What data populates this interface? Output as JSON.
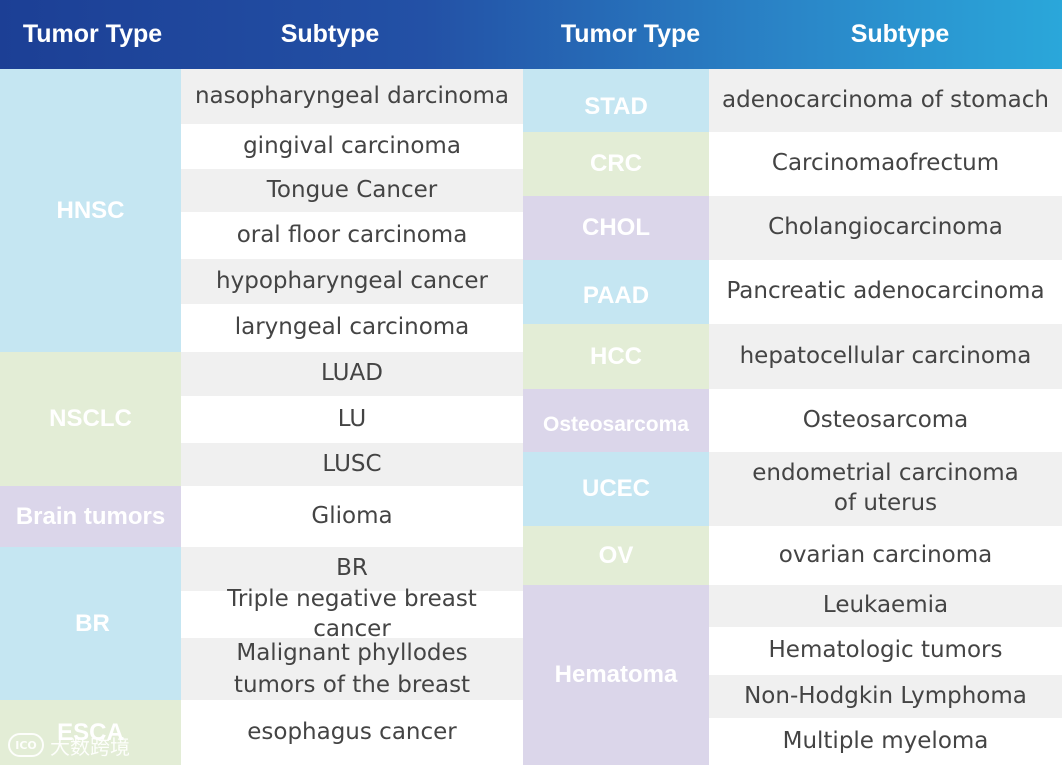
{
  "header": {
    "left_type": "Tumor Type",
    "left_subtype": "Subtype",
    "right_type": "Tumor Type",
    "right_subtype": "Subtype"
  },
  "left_groups": [
    {
      "type": "HNSC",
      "color": "#c5e6f2"
    },
    {
      "type": "NSCLC",
      "color": "#e3edd6"
    },
    {
      "type": "Brain tumors",
      "color": "#dbd6ea"
    },
    {
      "type": "BR",
      "color": "#c5e6f2"
    },
    {
      "type": "ESCA",
      "color": "#e3edd6"
    }
  ],
  "left_subtypes": [
    "nasopharyngeal darcinoma",
    "gingival carcinoma",
    "Tongue Cancer",
    "oral floor carcinoma",
    "hypopharyngeal cancer",
    "laryngeal carcinoma",
    "LUAD",
    "LU",
    "LUSC",
    "Glioma",
    "BR",
    "Triple negative breast cancer",
    "Malignant phyllodes\ntumors of the breast",
    "esophagus cancer"
  ],
  "right_groups": [
    {
      "type": "STAD",
      "color": "#c5e6f2"
    },
    {
      "type": "CRC",
      "color": "#e3edd6"
    },
    {
      "type": "CHOL",
      "color": "#dbd6ea"
    },
    {
      "type": "PAAD",
      "color": "#c5e6f2"
    },
    {
      "type": "HCC",
      "color": "#e3edd6"
    },
    {
      "type": "Osteosarcoma",
      "color": "#dbd6ea"
    },
    {
      "type": "UCEC",
      "color": "#c5e6f2"
    },
    {
      "type": "OV",
      "color": "#e3edd6"
    },
    {
      "type": "Hematoma",
      "color": "#dbd6ea"
    }
  ],
  "right_subtypes": [
    "adenocarcinoma of stomach",
    "Carcinomaofrectum",
    "Cholangiocarcinoma",
    "Pancreatic adenocarcinoma",
    "hepatocellular carcinoma",
    "Osteosarcoma",
    "endometrial carcinoma\nof uterus",
    "ovarian carcinoma",
    "Leukaemia",
    "Hematologic tumors",
    "Non-Hodgkin Lymphoma",
    "Multiple myeloma"
  ],
  "watermark": {
    "logo": "ICO",
    "text": "大数跨境"
  }
}
